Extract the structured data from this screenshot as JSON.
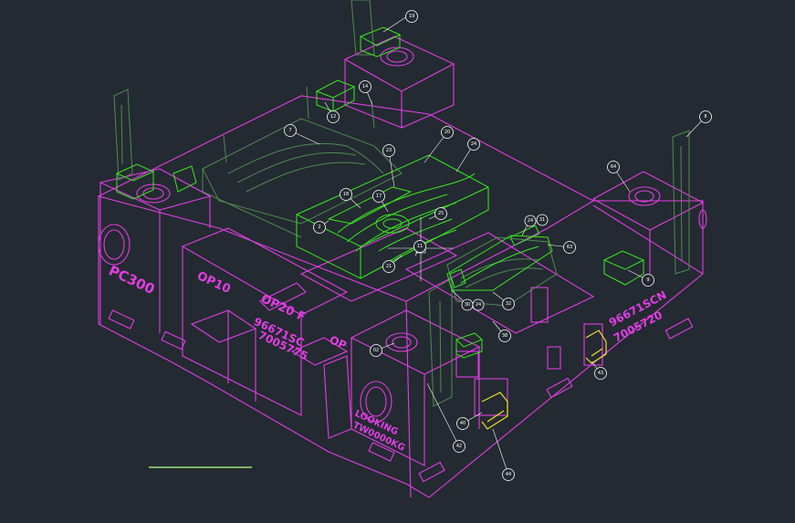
{
  "drawing": {
    "background": "#242a31",
    "colors": {
      "die_body": "#e23de6",
      "parts": "#39e81f",
      "dark_parts": "#4e8a52",
      "leaders": "#ffffff",
      "clips": "#e8e22a",
      "scale_bar": "#9be87a"
    }
  },
  "labels": {
    "pc": "PC300",
    "op10": "OP10",
    "op20": "OP20 F",
    "left_code1": "96671SC",
    "left_code2": "7005775",
    "op_short": "OP",
    "right_code1": "96671SCN",
    "right_code2": "7005720",
    "front_code1": "LOOKING",
    "front_code2": "TW0000KG"
  },
  "balloons": [
    "19",
    "14",
    "12",
    "7",
    "23",
    "20",
    "24",
    "8",
    "64",
    "18",
    "17",
    "25",
    "2",
    "24",
    "31",
    "63",
    "11",
    "21",
    "9",
    "30",
    "24",
    "32",
    "38",
    "02",
    "43",
    "40",
    "42",
    "44"
  ]
}
